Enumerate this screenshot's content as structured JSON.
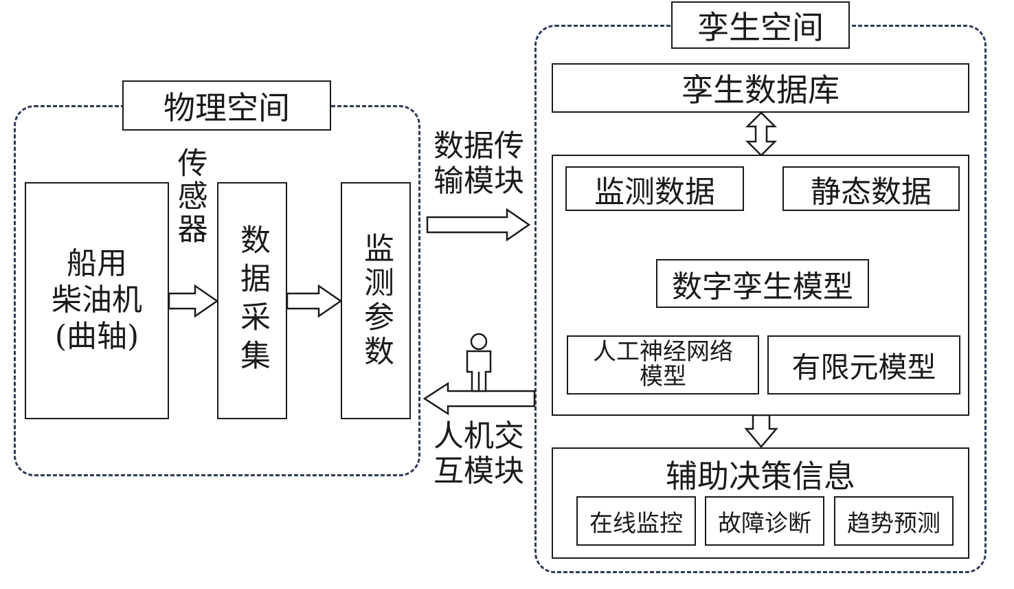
{
  "physical_space": {
    "title": "物理空间",
    "engine": [
      "船用",
      "柴油机",
      "(曲轴)"
    ],
    "sensor": "传感器",
    "data_collection": "数据采集",
    "monitoring_params": "监测参数"
  },
  "transfer": {
    "data_transmission": [
      "数据传",
      "输模块"
    ],
    "human_machine": [
      "人机交",
      "互模块"
    ]
  },
  "twin_space": {
    "title": "孪生空间",
    "database": "孪生数据库",
    "monitoring_data": "监测数据",
    "static_data": "静态数据",
    "digital_twin_model": "数字孪生模型",
    "ann_model": [
      "人工神经网络",
      "模型"
    ],
    "fem_model": "有限元模型",
    "decision_info": "辅助决策信息",
    "online_monitoring": "在线监控",
    "fault_diagnosis": "故障诊断",
    "trend_prediction": "趋势预测"
  },
  "colors": {
    "dashed_border": "#2d3a57",
    "line": "#1a1a1a"
  },
  "icons": {
    "operator": "person-icon"
  }
}
